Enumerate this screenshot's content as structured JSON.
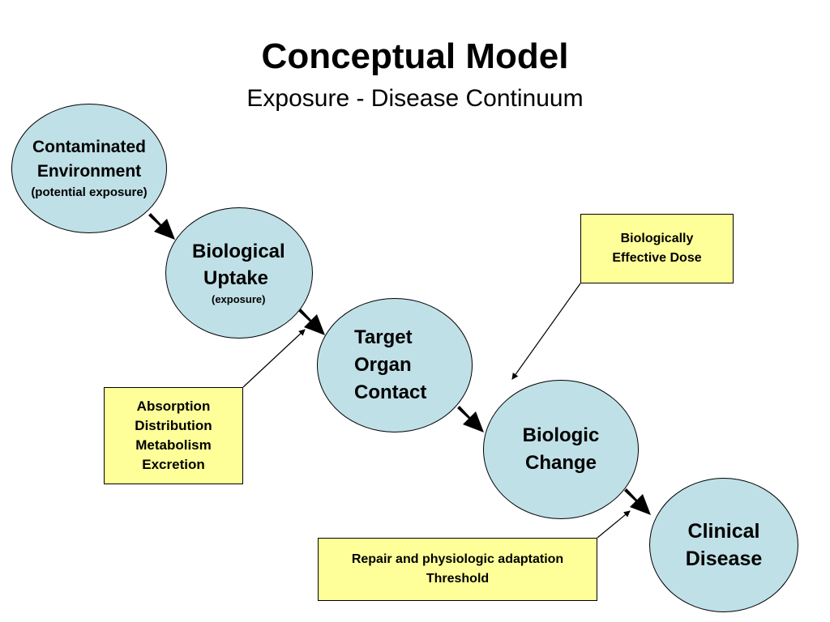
{
  "title": "Conceptual Model",
  "subtitle": "Exposure - Disease Continuum",
  "nodes": {
    "contaminated_environment": {
      "line1": "Contaminated",
      "line2": "Environment",
      "note": "(potential exposure)"
    },
    "biological_uptake": {
      "line1": "Biological",
      "line2": "Uptake",
      "note": "(exposure)"
    },
    "target_organ_contact": {
      "line1": "Target",
      "line2": "Organ",
      "line3": "Contact"
    },
    "biologic_change": {
      "line1": "Biologic",
      "line2": "Change"
    },
    "clinical_disease": {
      "line1": "Clinical",
      "line2": "Disease"
    }
  },
  "notes": {
    "adme": {
      "line1": "Absorption",
      "line2": "Distribution",
      "line3": "Metabolism",
      "line4": "Excretion"
    },
    "effective_dose": {
      "line1": "Biologically",
      "line2": "Effective Dose"
    },
    "repair": {
      "line1": "Repair and physiologic adaptation",
      "line2": "Threshold"
    }
  },
  "colors": {
    "node_fill": "#bfe0e6",
    "note_fill": "#ffff99",
    "outline": "#000000"
  }
}
